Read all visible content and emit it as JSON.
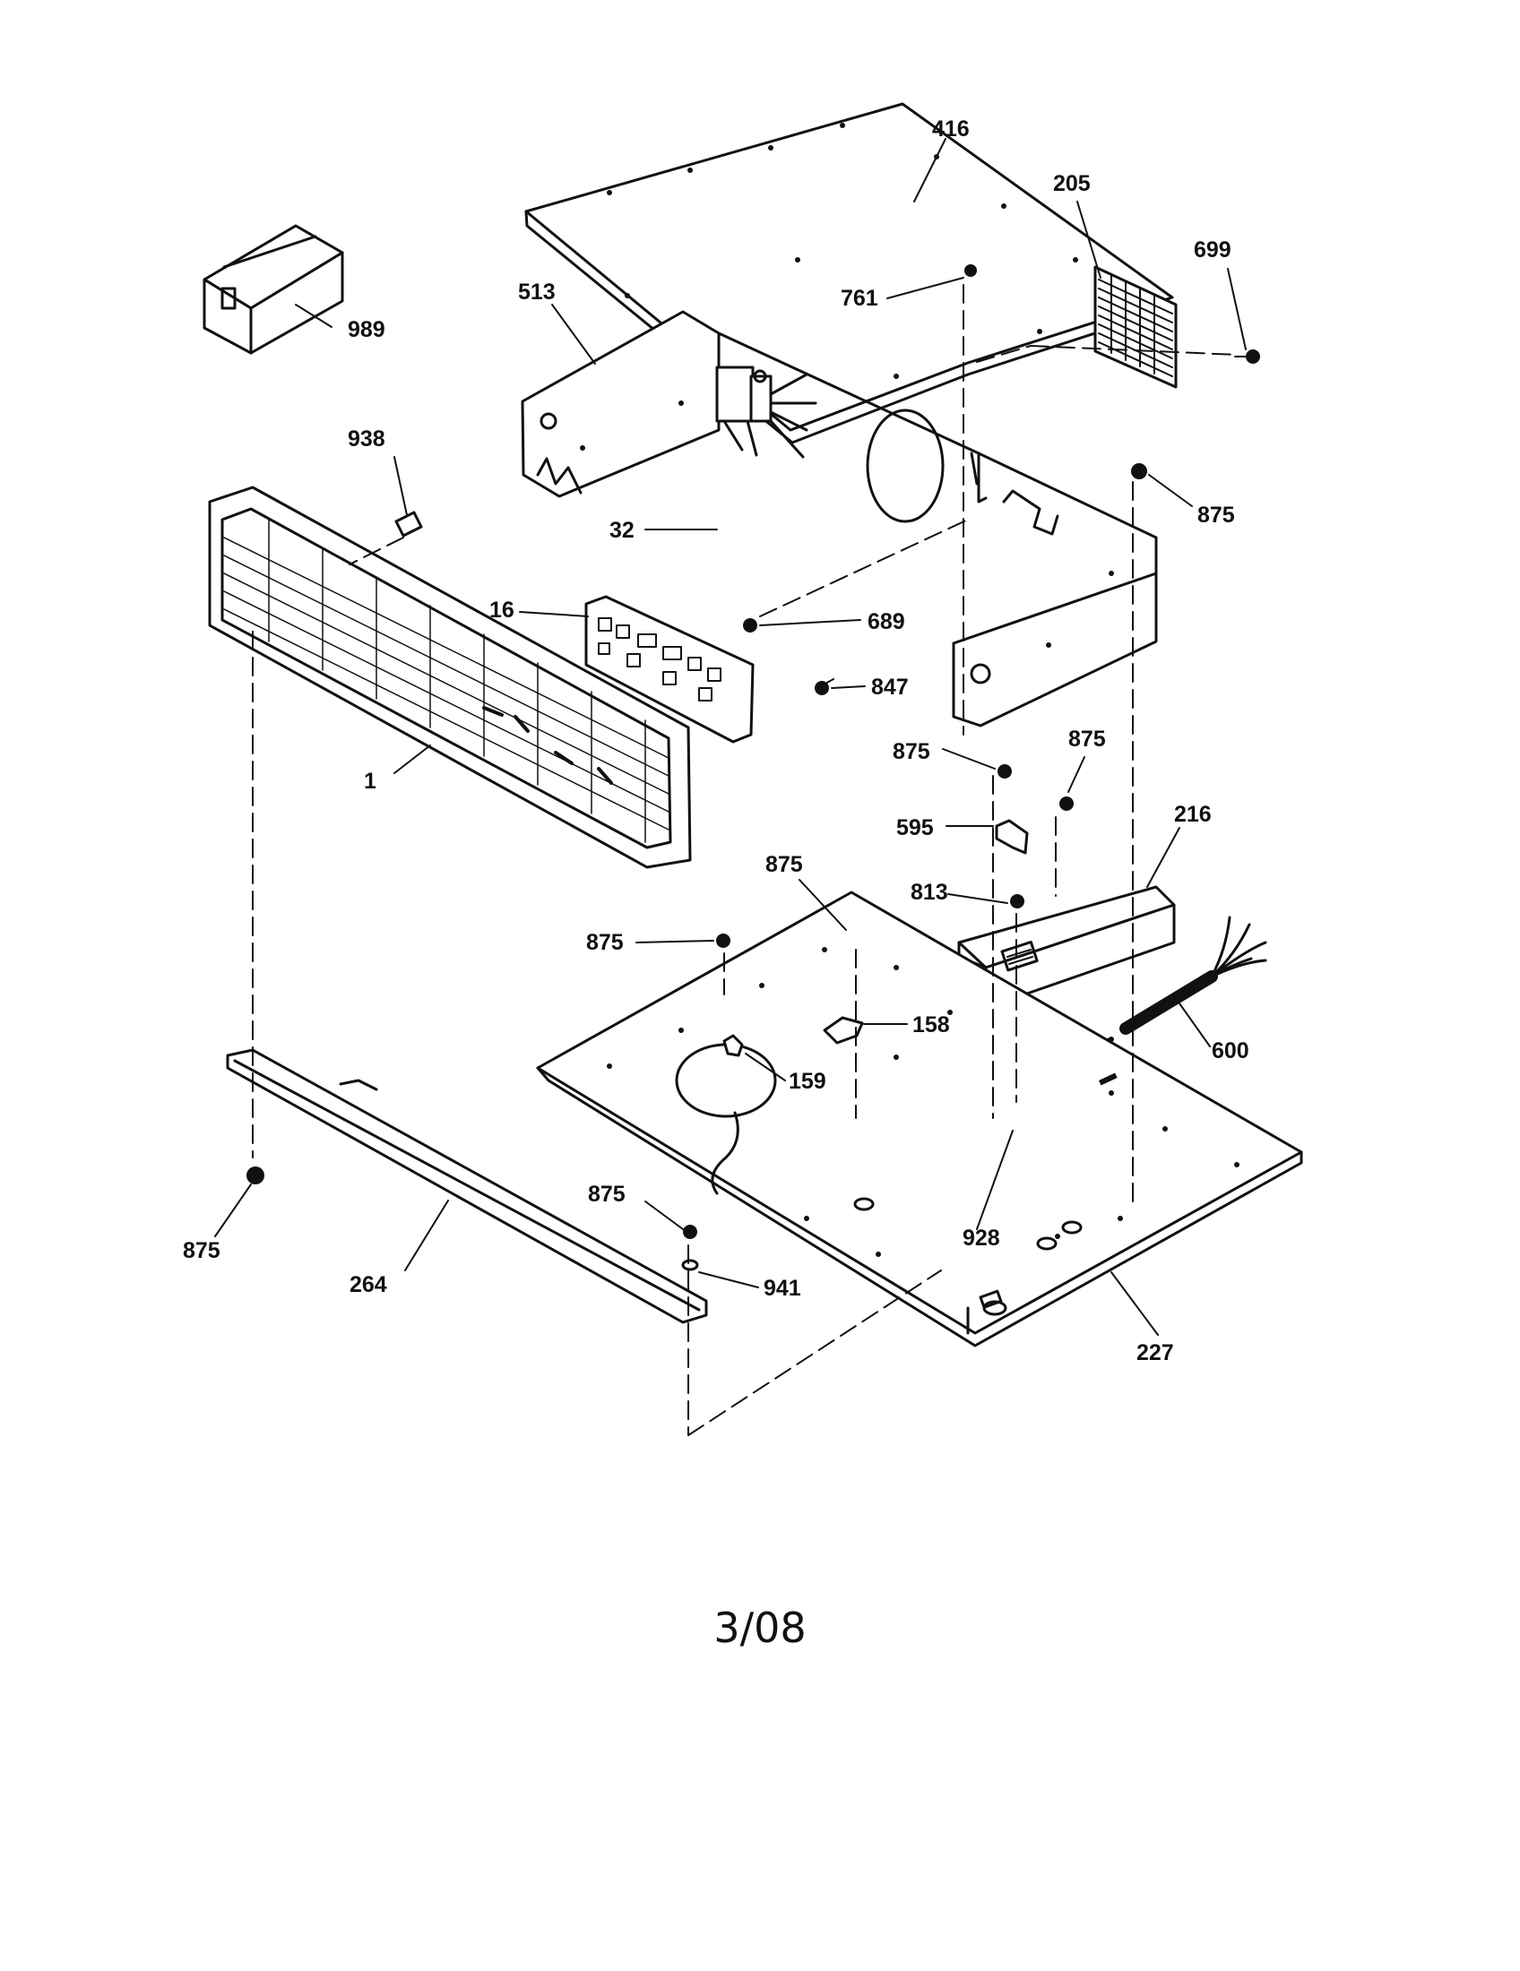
{
  "diagram": {
    "labels": [
      "416",
      "205",
      "699",
      "989",
      "513",
      "761",
      "938",
      "875",
      "32",
      "16",
      "689",
      "847",
      "1",
      "875",
      "875",
      "595",
      "216",
      "875",
      "813",
      "875",
      "158",
      "600",
      "159",
      "875",
      "875",
      "928",
      "264",
      "941",
      "227"
    ]
  },
  "footer": {
    "date_code": "3/08"
  }
}
